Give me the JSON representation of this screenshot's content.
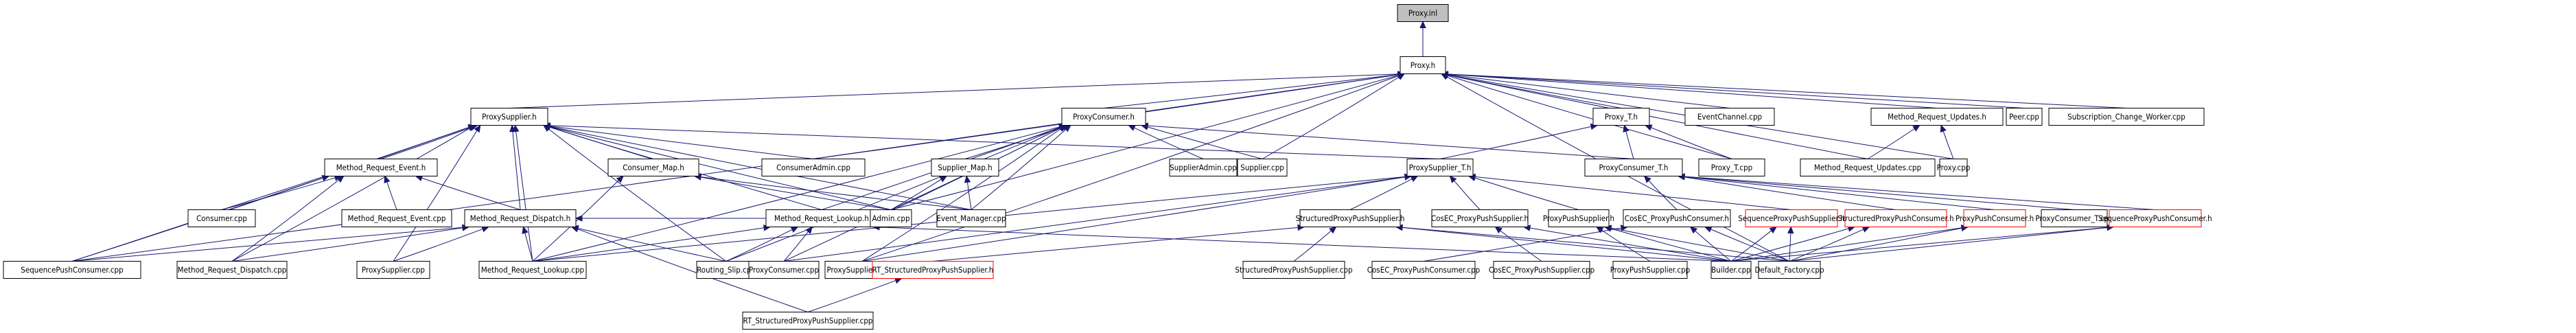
{
  "title": "Proxy.inl include dependency graph",
  "colors": {
    "edge": "#191970",
    "root_fill": "#bfbfbf",
    "missing_border": "#ff0000",
    "border": "#000000"
  },
  "nodes": [
    {
      "id": "proxy_inl",
      "label": "Proxy.inl",
      "kind": "root"
    },
    {
      "id": "proxy_h",
      "label": "Proxy.h"
    },
    {
      "id": "proxysupplier_h",
      "label": "ProxySupplier.h"
    },
    {
      "id": "proxyconsumer_h",
      "label": "ProxyConsumer.h"
    },
    {
      "id": "proxy_t_h",
      "label": "Proxy_T.h"
    },
    {
      "id": "eventchannel_cpp",
      "label": "EventChannel.cpp"
    },
    {
      "id": "mru_h",
      "label": "Method_Request_Updates.h"
    },
    {
      "id": "peer_cpp",
      "label": "Peer.cpp"
    },
    {
      "id": "scw_cpp",
      "label": "Subscription_Change_Worker.cpp"
    },
    {
      "id": "mre_h",
      "label": "Method_Request_Event.h"
    },
    {
      "id": "consumer_map_h",
      "label": "Consumer_Map.h"
    },
    {
      "id": "consumeradmin_cpp",
      "label": "ConsumerAdmin.cpp"
    },
    {
      "id": "supplier_map_h",
      "label": "Supplier_Map.h"
    },
    {
      "id": "supplieradmin_cpp",
      "label": "SupplierAdmin.cpp"
    },
    {
      "id": "supplier_cpp",
      "label": "Supplier.cpp"
    },
    {
      "id": "proxysupplier_t_h",
      "label": "ProxySupplier_T.h"
    },
    {
      "id": "proxyconsumer_t_h",
      "label": "ProxyConsumer_T.h"
    },
    {
      "id": "proxy_t_cpp",
      "label": "Proxy_T.cpp"
    },
    {
      "id": "mru_cpp",
      "label": "Method_Request_Updates.cpp"
    },
    {
      "id": "proxy_cpp",
      "label": "Proxy.cpp"
    },
    {
      "id": "consumer_cpp",
      "label": "Consumer.cpp"
    },
    {
      "id": "mre_cpp",
      "label": "Method_Request_Event.cpp"
    },
    {
      "id": "mrd_h",
      "label": "Method_Request_Dispatch.h"
    },
    {
      "id": "mrl_h",
      "label": "Method_Request_Lookup.h"
    },
    {
      "id": "admin_cpp",
      "label": "Admin.cpp"
    },
    {
      "id": "event_manager_cpp",
      "label": "Event_Manager.cpp"
    },
    {
      "id": "spps_h",
      "label": "StructuredProxyPushSupplier.h"
    },
    {
      "id": "cosec_pps_h",
      "label": "CosEC_ProxyPushSupplier.h"
    },
    {
      "id": "pps_h",
      "label": "ProxyPushSupplier.h"
    },
    {
      "id": "cosec_ppc_h",
      "label": "CosEC_ProxyPushConsumer.h"
    },
    {
      "id": "seq_pps_h",
      "label": "SequenceProxyPushSupplier.h",
      "kind": "red"
    },
    {
      "id": "sppc_h",
      "label": "StructuredProxyPushConsumer.h",
      "kind": "red"
    },
    {
      "id": "ppc_h",
      "label": "ProxyPushConsumer.h",
      "kind": "red"
    },
    {
      "id": "proxyconsumer_t_cpp",
      "label": "ProxyConsumer_T.cpp"
    },
    {
      "id": "seq_ppc_h",
      "label": "SequenceProxyPushConsumer.h",
      "kind": "red"
    },
    {
      "id": "seqpushconsumer_cpp",
      "label": "SequencePushConsumer.cpp"
    },
    {
      "id": "mrd_cpp",
      "label": "Method_Request_Dispatch.cpp"
    },
    {
      "id": "proxysupplier_cpp",
      "label": "ProxySupplier.cpp"
    },
    {
      "id": "mrl_cpp",
      "label": "Method_Request_Lookup.cpp"
    },
    {
      "id": "routing_slip_cpp",
      "label": "Routing_Slip.cpp"
    },
    {
      "id": "proxyconsumer_cpp",
      "label": "ProxyConsumer.cpp"
    },
    {
      "id": "proxysupplier_t_cpp",
      "label": "ProxySupplier_T.cpp"
    },
    {
      "id": "rt_spps_h",
      "label": "RT_StructuredProxyPushSupplier.h",
      "kind": "red"
    },
    {
      "id": "spps_cpp",
      "label": "StructuredProxyPushSupplier.cpp"
    },
    {
      "id": "cosec_ppc_cpp",
      "label": "CosEC_ProxyPushConsumer.cpp"
    },
    {
      "id": "cosec_pps_cpp",
      "label": "CosEC_ProxyPushSupplier.cpp"
    },
    {
      "id": "pps_cpp",
      "label": "ProxyPushSupplier.cpp"
    },
    {
      "id": "builder_cpp",
      "label": "Builder.cpp"
    },
    {
      "id": "default_factory_cpp",
      "label": "Default_Factory.cpp"
    },
    {
      "id": "rt_spps_cpp",
      "label": "RT_StructuredProxyPushSupplier.cpp"
    }
  ],
  "edges": [
    [
      "proxy_h",
      "proxy_inl"
    ],
    [
      "proxysupplier_h",
      "proxy_h"
    ],
    [
      "proxyconsumer_h",
      "proxy_h"
    ],
    [
      "proxy_t_h",
      "proxy_h"
    ],
    [
      "eventchannel_cpp",
      "proxy_h"
    ],
    [
      "mru_h",
      "proxy_h"
    ],
    [
      "peer_cpp",
      "proxy_h"
    ],
    [
      "scw_cpp",
      "proxy_h"
    ],
    [
      "consumeradmin_cpp",
      "proxy_h"
    ],
    [
      "supplier_cpp",
      "proxy_h"
    ],
    [
      "admin_cpp",
      "proxy_h"
    ],
    [
      "proxy_t_cpp",
      "proxy_h"
    ],
    [
      "proxy_cpp",
      "proxy_h"
    ],
    [
      "mru_cpp",
      "proxy_h"
    ],
    [
      "seqpushconsumer_cpp",
      "proxy_h"
    ],
    [
      "proxysupplier_t_cpp",
      "proxy_h"
    ],
    [
      "default_factory_cpp",
      "proxy_h"
    ],
    [
      "mre_h",
      "proxysupplier_h"
    ],
    [
      "consumer_map_h",
      "proxysupplier_h"
    ],
    [
      "consumeradmin_cpp",
      "proxysupplier_h"
    ],
    [
      "proxysupplier_t_h",
      "proxysupplier_h"
    ],
    [
      "consumer_cpp",
      "proxysupplier_h"
    ],
    [
      "mrd_h",
      "proxysupplier_h"
    ],
    [
      "mrl_h",
      "proxysupplier_h"
    ],
    [
      "admin_cpp",
      "proxysupplier_h"
    ],
    [
      "event_manager_cpp",
      "proxysupplier_h"
    ],
    [
      "seqpushconsumer_cpp",
      "proxysupplier_h"
    ],
    [
      "mrd_cpp",
      "proxysupplier_h"
    ],
    [
      "proxysupplier_cpp",
      "proxysupplier_h"
    ],
    [
      "mrl_cpp",
      "proxysupplier_h"
    ],
    [
      "routing_slip_cpp",
      "proxysupplier_h"
    ],
    [
      "supplier_map_h",
      "proxyconsumer_h"
    ],
    [
      "supplieradmin_cpp",
      "proxyconsumer_h"
    ],
    [
      "supplier_cpp",
      "proxyconsumer_h"
    ],
    [
      "proxyconsumer_t_h",
      "proxyconsumer_h"
    ],
    [
      "mrl_h",
      "proxyconsumer_h"
    ],
    [
      "admin_cpp",
      "proxyconsumer_h"
    ],
    [
      "event_manager_cpp",
      "proxyconsumer_h"
    ],
    [
      "mrl_cpp",
      "proxyconsumer_h"
    ],
    [
      "routing_slip_cpp",
      "proxyconsumer_h"
    ],
    [
      "proxyconsumer_cpp",
      "proxyconsumer_h"
    ],
    [
      "proxysupplier_t_cpp",
      "proxyconsumer_h"
    ],
    [
      "proxysupplier_t_h",
      "proxy_t_h"
    ],
    [
      "proxyconsumer_t_h",
      "proxy_t_h"
    ],
    [
      "proxy_t_cpp",
      "proxy_t_h"
    ],
    [
      "mru_cpp",
      "mru_h"
    ],
    [
      "proxy_cpp",
      "mru_h"
    ],
    [
      "consumer_cpp",
      "mre_h"
    ],
    [
      "mre_cpp",
      "mre_h"
    ],
    [
      "mrd_h",
      "mre_h"
    ],
    [
      "seqpushconsumer_cpp",
      "mre_h"
    ],
    [
      "mrd_cpp",
      "mre_h"
    ],
    [
      "mrl_cpp",
      "consumer_map_h"
    ],
    [
      "admin_cpp",
      "consumer_map_h"
    ],
    [
      "event_manager_cpp",
      "consumer_map_h"
    ],
    [
      "admin_cpp",
      "supplier_map_h"
    ],
    [
      "event_manager_cpp",
      "supplier_map_h"
    ],
    [
      "spps_h",
      "proxysupplier_t_h"
    ],
    [
      "cosec_pps_h",
      "proxysupplier_t_h"
    ],
    [
      "pps_h",
      "proxysupplier_t_h"
    ],
    [
      "proxysupplier_t_cpp",
      "proxysupplier_t_h"
    ],
    [
      "seq_pps_h",
      "proxysupplier_t_h"
    ],
    [
      "mrl_cpp",
      "proxysupplier_t_h"
    ],
    [
      "proxyconsumer_cpp",
      "proxysupplier_t_h"
    ],
    [
      "cosec_ppc_h",
      "proxyconsumer_t_h"
    ],
    [
      "sppc_h",
      "proxyconsumer_t_h"
    ],
    [
      "ppc_h",
      "proxyconsumer_t_h"
    ],
    [
      "seq_ppc_h",
      "proxyconsumer_t_h"
    ],
    [
      "proxyconsumer_t_cpp",
      "proxyconsumer_t_h"
    ],
    [
      "seqpushconsumer_cpp",
      "mrd_h"
    ],
    [
      "mrd_cpp",
      "mrd_h"
    ],
    [
      "proxysupplier_cpp",
      "mrd_h"
    ],
    [
      "mrl_cpp",
      "mrd_h"
    ],
    [
      "routing_slip_cpp",
      "mrd_h"
    ],
    [
      "rt_spps_cpp",
      "mrd_h"
    ],
    [
      "mrl_h",
      "mrd_h"
    ],
    [
      "mrl_cpp",
      "mrl_h"
    ],
    [
      "routing_slip_cpp",
      "mrl_h"
    ],
    [
      "proxyconsumer_cpp",
      "mrl_h"
    ],
    [
      "builder_cpp",
      "mrl_h"
    ],
    [
      "spps_cpp",
      "spps_h"
    ],
    [
      "rt_spps_h",
      "spps_h"
    ],
    [
      "builder_cpp",
      "spps_h"
    ],
    [
      "default_factory_cpp",
      "spps_h"
    ],
    [
      "cosec_pps_cpp",
      "cosec_pps_h"
    ],
    [
      "builder_cpp",
      "cosec_pps_h"
    ],
    [
      "pps_cpp",
      "pps_h"
    ],
    [
      "builder_cpp",
      "pps_h"
    ],
    [
      "default_factory_cpp",
      "pps_h"
    ],
    [
      "cosec_ppc_cpp",
      "cosec_ppc_h"
    ],
    [
      "builder_cpp",
      "cosec_ppc_h"
    ],
    [
      "default_factory_cpp",
      "cosec_ppc_h"
    ],
    [
      "builder_cpp",
      "seq_pps_h"
    ],
    [
      "default_factory_cpp",
      "seq_pps_h"
    ],
    [
      "builder_cpp",
      "sppc_h"
    ],
    [
      "default_factory_cpp",
      "sppc_h"
    ],
    [
      "builder_cpp",
      "ppc_h"
    ],
    [
      "default_factory_cpp",
      "ppc_h"
    ],
    [
      "builder_cpp",
      "seq_ppc_h"
    ],
    [
      "default_factory_cpp",
      "seq_ppc_h"
    ],
    [
      "rt_spps_cpp",
      "rt_spps_h"
    ]
  ]
}
